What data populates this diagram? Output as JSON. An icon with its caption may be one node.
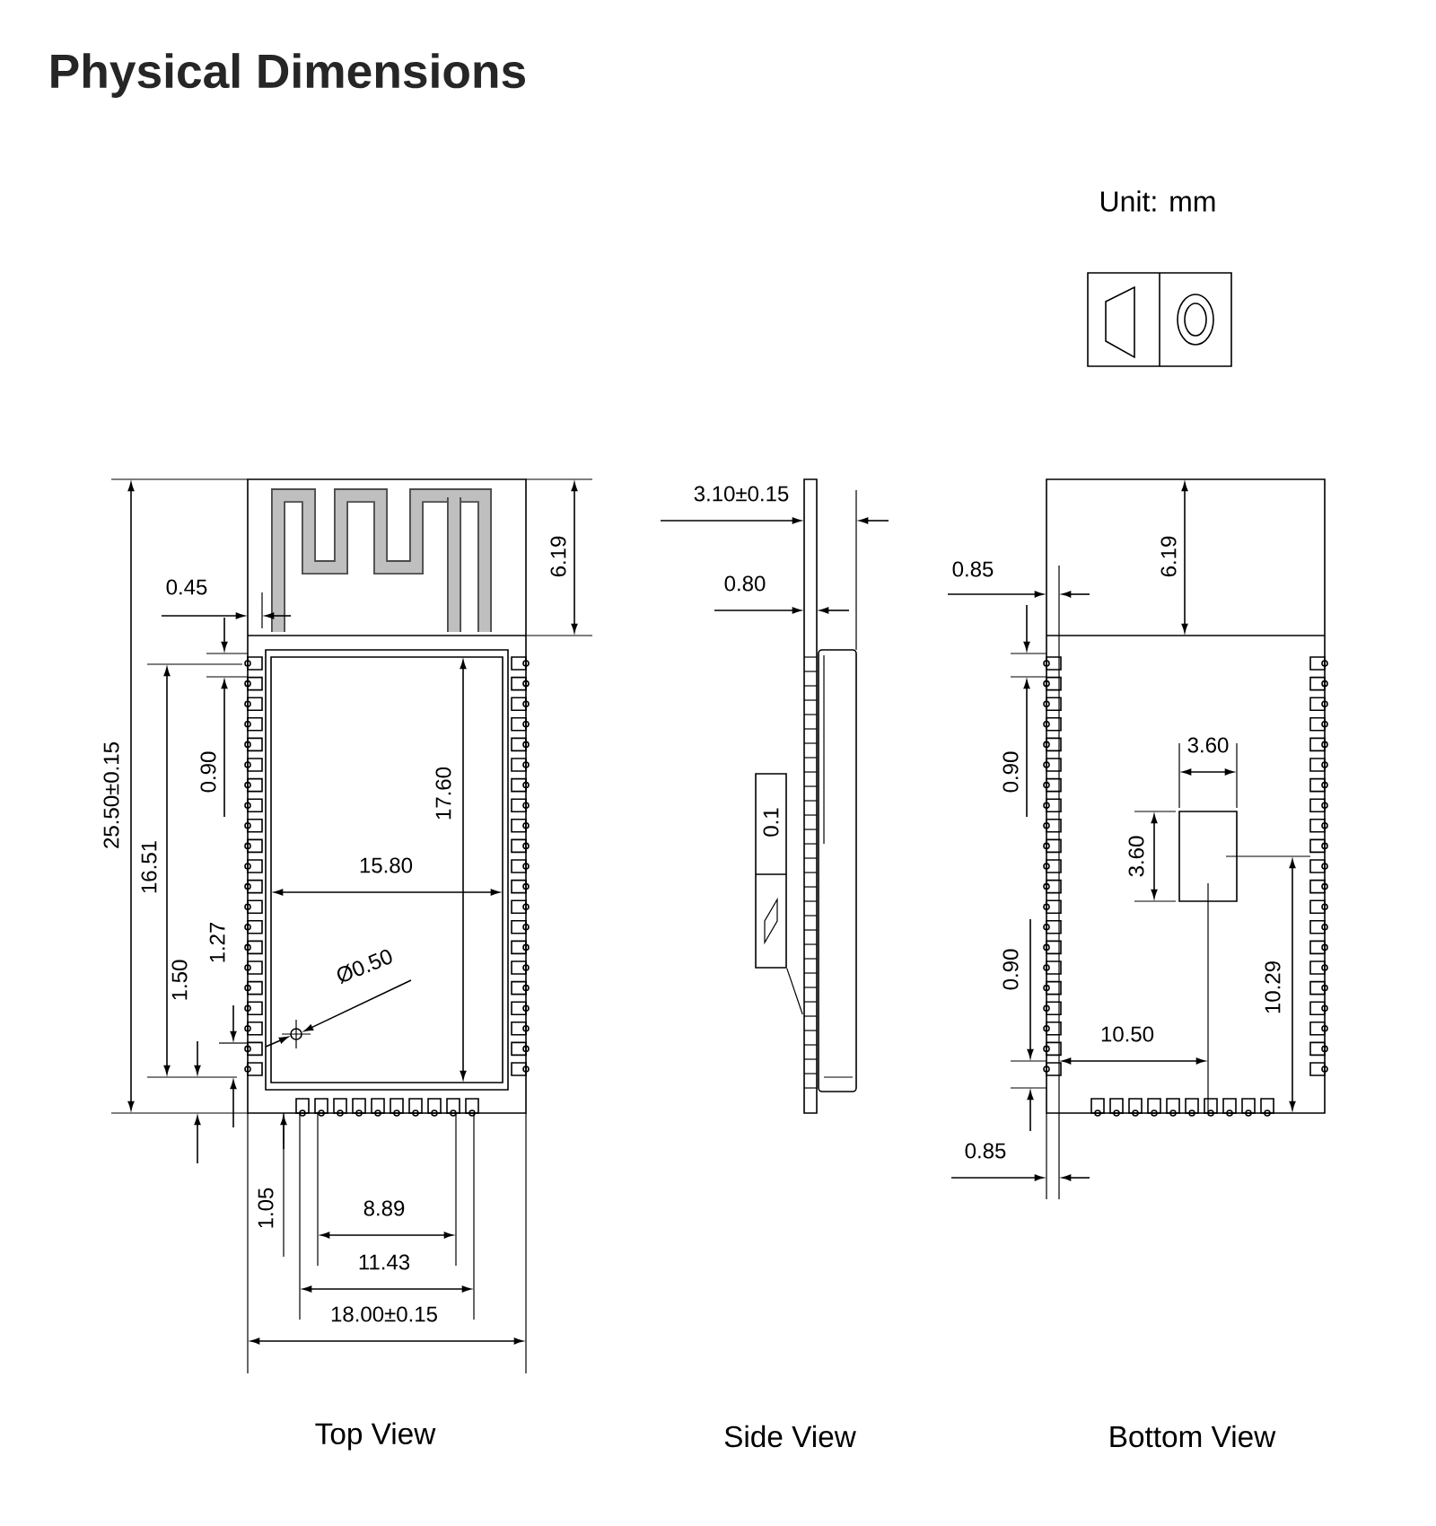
{
  "diagram": {
    "title": "Physical Dimensions",
    "nodes": [
      {
        "text": [
          "0.1"
        ]
      },
      {
        "text": [],
        "shape": "picture"
      }
    ],
    "edges": [
      {
        "from": 0,
        "to": 1,
        "arrow": "none"
      }
    ],
    "labels": [
      "Unit: mm",
      "3.10±0.15",
      "6.19",
      "6.19",
      "0.45",
      "0.80",
      "0.85",
      "25.50±0.15",
      "16.51",
      "0.90",
      "17.60",
      "0.90",
      "3.60",
      "3.60",
      "15.80",
      "1.27",
      "1.50",
      "Ø0.50",
      "0.90",
      "10.29",
      "10.50",
      "0.85",
      "1.05",
      "8.89",
      "11.43",
      "18.00±0.15",
      "Top View",
      "Side View",
      "Bottom View"
    ]
  }
}
